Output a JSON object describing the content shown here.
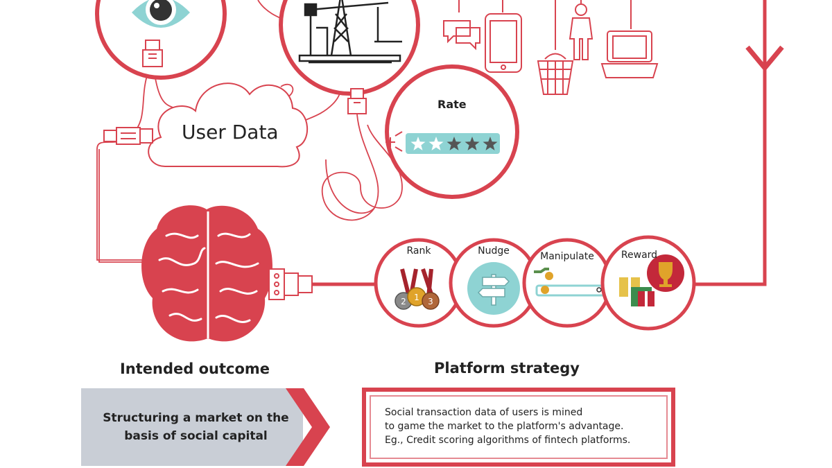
{
  "colors": {
    "accent": "#d8434f",
    "accent_light": "#e58a92",
    "teal": "#8ed3d3",
    "grey_box": "#c9ced6"
  },
  "labels": {
    "user_data": "User Data",
    "rate": "Rate",
    "rank": "Rank",
    "nudge": "Nudge",
    "manipulate": "Manipulate",
    "reward": "Reward",
    "medals": [
      "2",
      "1",
      "3"
    ]
  },
  "intended_outcome": {
    "heading": "Intended outcome",
    "text": "Structuring a market on the basis of social capital"
  },
  "platform_strategy": {
    "heading": "Platform strategy",
    "lines": [
      "Social transaction data of users is mined",
      "to game the market to the platform's advantage.",
      "Eg., Credit scoring algorithms of fintech platforms."
    ]
  },
  "rating": {
    "filled_stars": 2,
    "total_stars": 5
  },
  "icons": [
    "eye-icon",
    "oil-rig-icon",
    "chat-bubble-icon",
    "phone-icon",
    "shopping-basket-icon",
    "person-icon",
    "laptop-icon",
    "usb-plug-icon",
    "power-plug-icon",
    "cloud-icon",
    "brain-icon",
    "medal-icon",
    "signpost-icon",
    "search-bar-icon",
    "coin-icon",
    "gift-icon",
    "trophy-icon",
    "arrow-down-icon"
  ]
}
